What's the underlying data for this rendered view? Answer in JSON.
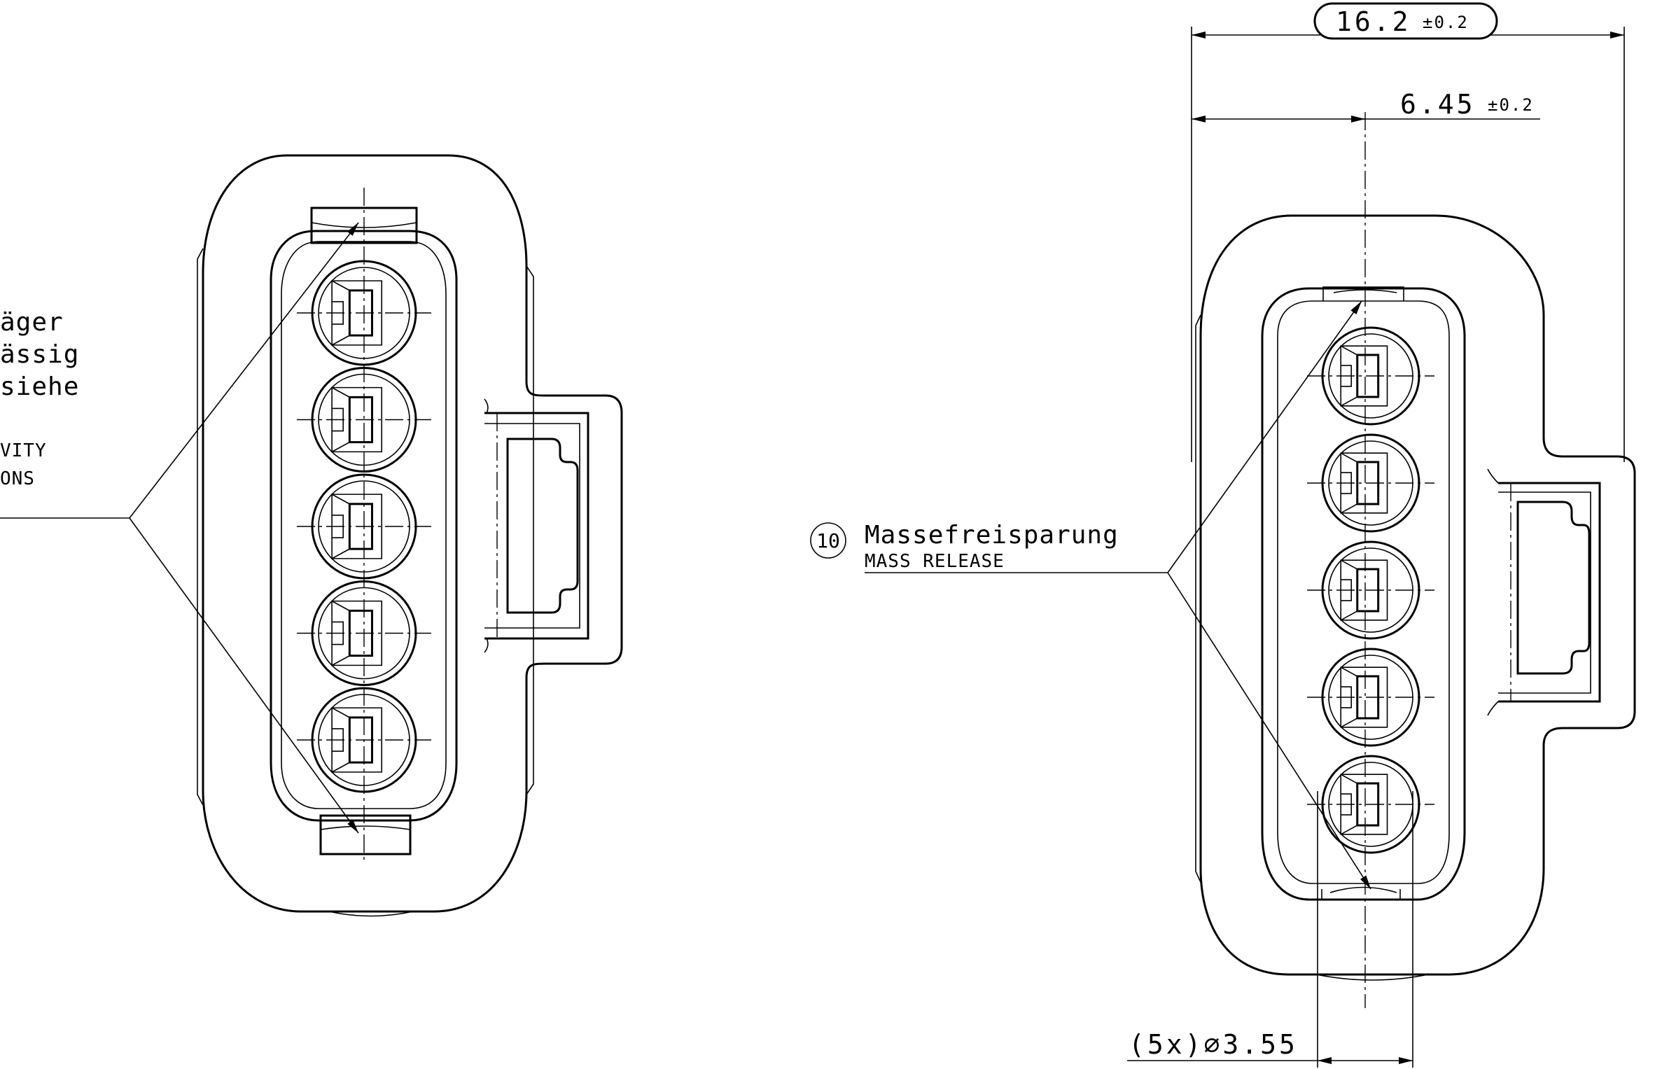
{
  "left_view": {
    "callout_text_de": [
      "äger",
      "ässig",
      "siehe"
    ],
    "callout_text_en": [
      "VITY",
      "ONS"
    ],
    "cavity_count": 5
  },
  "right_view": {
    "cavity_count": 5,
    "dim_width": {
      "value": "16.2",
      "tolerance": "±0.2"
    },
    "dim_offset": {
      "value": "6.45",
      "tolerance": "±0.2"
    },
    "dim_diameter": "(5x)∅3.55",
    "callout": {
      "number": "10",
      "label_de": "Massefreisparung",
      "label_en": "MASS RELEASE"
    }
  }
}
